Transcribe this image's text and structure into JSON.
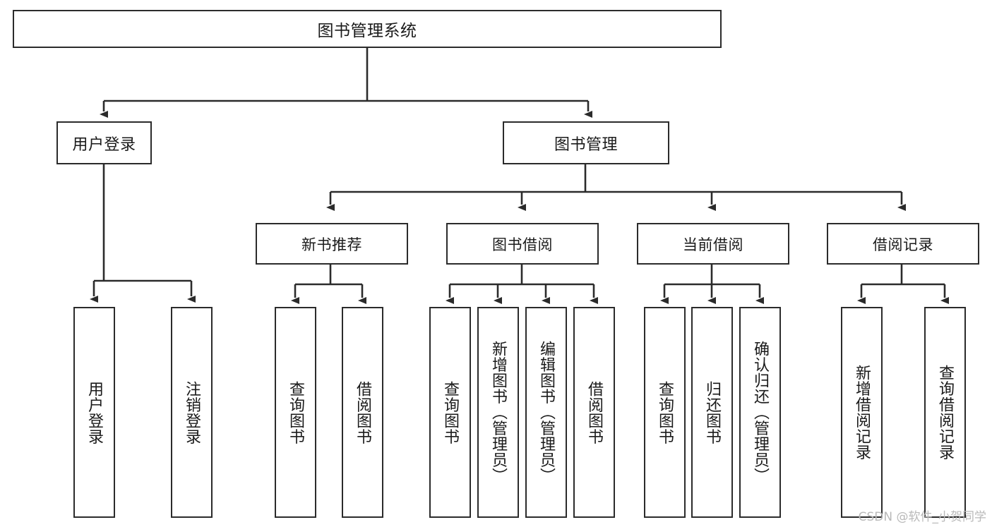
{
  "diagram": {
    "title": "图书管理系统",
    "type": "tree-hierarchy",
    "watermark": "CSDN @软件_小贺同学",
    "colors": {
      "box_border": "#2b2b2b",
      "box_fill": "#ffffff",
      "connector": "#2b2b2b",
      "text": "#1a1a1a",
      "watermark": "#b9b9b9",
      "background": "#ffffff"
    }
  },
  "nodes": {
    "root": {
      "label": "图书管理系统"
    },
    "level1": [
      {
        "id": "user-login",
        "label": "用户登录"
      },
      {
        "id": "book-manage",
        "label": "图书管理"
      }
    ],
    "level2": [
      {
        "id": "new-book-recommend",
        "label": "新书推荐"
      },
      {
        "id": "book-borrow",
        "label": "图书借阅"
      },
      {
        "id": "current-borrow",
        "label": "当前借阅"
      },
      {
        "id": "borrow-record",
        "label": "借阅记录"
      }
    ],
    "leaves": {
      "user_login": [
        {
          "id": "leaf-user-login",
          "label": "用户登录"
        },
        {
          "id": "leaf-logout-login",
          "label": "注销登录"
        }
      ],
      "new_book_recommend": [
        {
          "id": "leaf-query-book-1",
          "label": "查询图书"
        },
        {
          "id": "leaf-borrow-book-1",
          "label": "借阅图书"
        }
      ],
      "book_borrow": [
        {
          "id": "leaf-query-book-2",
          "label": "查询图书"
        },
        {
          "id": "leaf-add-book",
          "label": "新增图书（管理员）"
        },
        {
          "id": "leaf-edit-book",
          "label": "编辑图书（管理员）"
        },
        {
          "id": "leaf-borrow-book-2",
          "label": "借阅图书"
        }
      ],
      "current_borrow": [
        {
          "id": "leaf-query-book-3",
          "label": "查询图书"
        },
        {
          "id": "leaf-return-book",
          "label": "归还图书"
        },
        {
          "id": "leaf-confirm-return",
          "label": "确认归还（管理员）"
        }
      ],
      "borrow_record": [
        {
          "id": "leaf-add-record",
          "label": "新增借阅记录"
        },
        {
          "id": "leaf-query-record",
          "label": "查询借阅记录"
        }
      ]
    }
  }
}
